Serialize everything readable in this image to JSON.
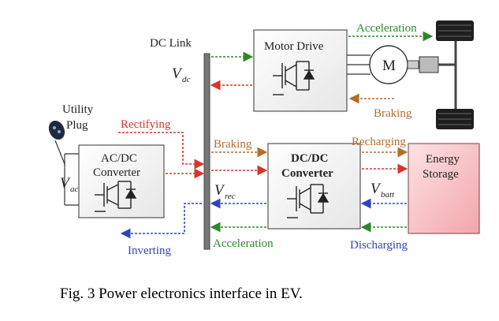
{
  "labels": {
    "dc_link": "DC Link",
    "v_dc": "V",
    "v_dc_sub": "dc",
    "motor_drive": "Motor Drive",
    "motor": "M",
    "acceleration_top": "Acceleration",
    "braking_right": "Braking",
    "utility": "Utility",
    "plug": "Plug",
    "rectifying": "Rectifying",
    "acdc_line1": "AC/DC",
    "acdc_line2": "Converter",
    "v_ac": "V",
    "v_ac_sub": "ac",
    "braking_mid": "Braking",
    "recharging": "Recharging",
    "dcdc_line1": "DC/DC",
    "dcdc_line2": "Converter",
    "v_rec": "V",
    "v_rec_sub": "rec",
    "v_batt": "V",
    "v_batt_sub": "batt",
    "energy_line1": "Energy",
    "energy_line2": "Storage",
    "inverting": "Inverting",
    "acceleration_bottom": "Acceleration",
    "discharging": "Discharging",
    "caption": "Fig. 3 Power electronics interface in EV."
  },
  "colors": {
    "green": "#2a8a2a",
    "red": "#d9342b",
    "brown": "#b56b2a",
    "blue": "#3344bb",
    "energy_storage": "#f6b8bc"
  }
}
